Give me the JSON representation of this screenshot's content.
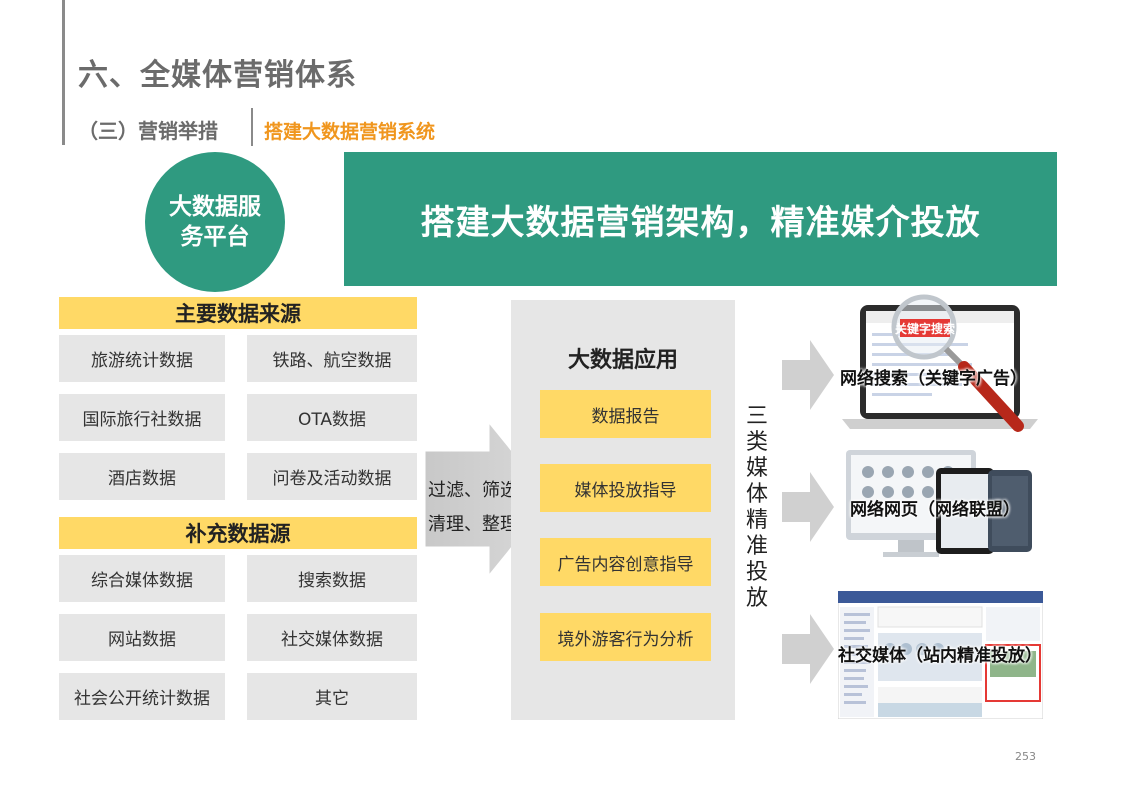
{
  "header": {
    "title": "六、全媒体营销体系",
    "subtitle": "（三）营销举措",
    "subtitle_accent": "搭建大数据营销系统"
  },
  "platform": {
    "circle_label": "大数据服务平台"
  },
  "banner": {
    "text": "搭建大数据营销架构，精准媒介投放"
  },
  "primary_sources": {
    "header": "主要数据来源",
    "items": [
      "旅游统计数据",
      "铁路、航空数据",
      "国际旅行社数据",
      "OTA数据",
      "酒店数据",
      "问卷及活动数据"
    ]
  },
  "supplementary_sources": {
    "header": "补充数据源",
    "items": [
      "综合媒体数据",
      "搜索数据",
      "网站数据",
      "社交媒体数据",
      "社会公开统计数据",
      "其它"
    ]
  },
  "filter": {
    "line1": "过滤、筛选",
    "line2": "清理、整理"
  },
  "applications": {
    "title": "大数据应用",
    "items": [
      "数据报告",
      "媒体投放指导",
      "广告内容创意指导",
      "境外游客行为分析"
    ]
  },
  "vertical_label": "三类媒体精准投放",
  "channels": {
    "search": {
      "label": "网络搜索（关键字广告）",
      "keyword_badge": "关键字搜索"
    },
    "web": {
      "label": "网络网页（网络联盟）"
    },
    "social": {
      "label": "社交媒体（站内精准投放）"
    }
  },
  "colors": {
    "teal": "#2f9a80",
    "yellow": "#ffd966",
    "gray": "#e6e6e6",
    "orange": "#f0961e"
  },
  "page_number": "253"
}
